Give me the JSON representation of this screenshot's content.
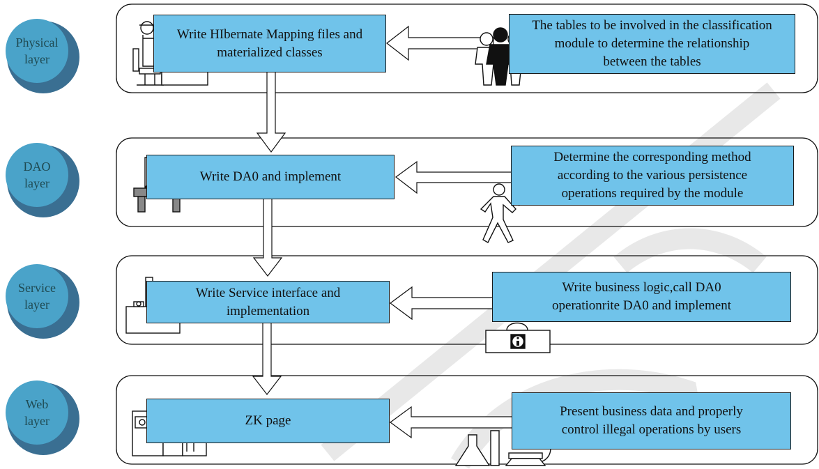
{
  "layers": [
    {
      "label": "Physical layer",
      "label_lines": [
        "Physical",
        "layer"
      ],
      "left_box": {
        "lines": [
          "Write HIbernate Mapping files and",
          "materialized classes"
        ]
      },
      "right_box": {
        "lines": [
          "The tables to be involved in the classification",
          "module to determine the relationship",
          "between the tables"
        ]
      }
    },
    {
      "label": "DAO layer",
      "label_lines": [
        "DAO",
        "layer"
      ],
      "left_box": {
        "lines": [
          "Write DA0 and implement"
        ]
      },
      "right_box": {
        "lines": [
          "Determine the corresponding method",
          "according to the various persistence",
          "operations required by the module"
        ]
      }
    },
    {
      "label": "Service layer",
      "label_lines": [
        "Service",
        "layer"
      ],
      "left_box": {
        "lines": [
          "Write Service interface and",
          "implementation"
        ]
      },
      "right_box": {
        "lines": [
          "Write business logic,call DA0",
          "operationrite DA0 and implement"
        ]
      }
    },
    {
      "label": "Web layer",
      "label_lines": [
        "Web",
        "layer"
      ],
      "left_box": {
        "lines": [
          "ZK page"
        ]
      },
      "right_box": {
        "lines": [
          "Present business data and properly",
          "control illegal operations by users"
        ]
      }
    }
  ],
  "colors": {
    "box_fill": "#70c3ea",
    "circle_fill": "#4aa3c9",
    "circle_shadow": "#3a6f92",
    "label_text": "#1f4a52",
    "watermark": "#e4e4e4"
  },
  "icons": [
    "worker-at-desk-icon",
    "group-of-people-icon",
    "person-at-desk-icon",
    "walking-person-with-paper-icon",
    "receptionist-icon",
    "information-desk-icon",
    "server-rack-icon",
    "lab-flasks-icon",
    "microscope-icon"
  ]
}
